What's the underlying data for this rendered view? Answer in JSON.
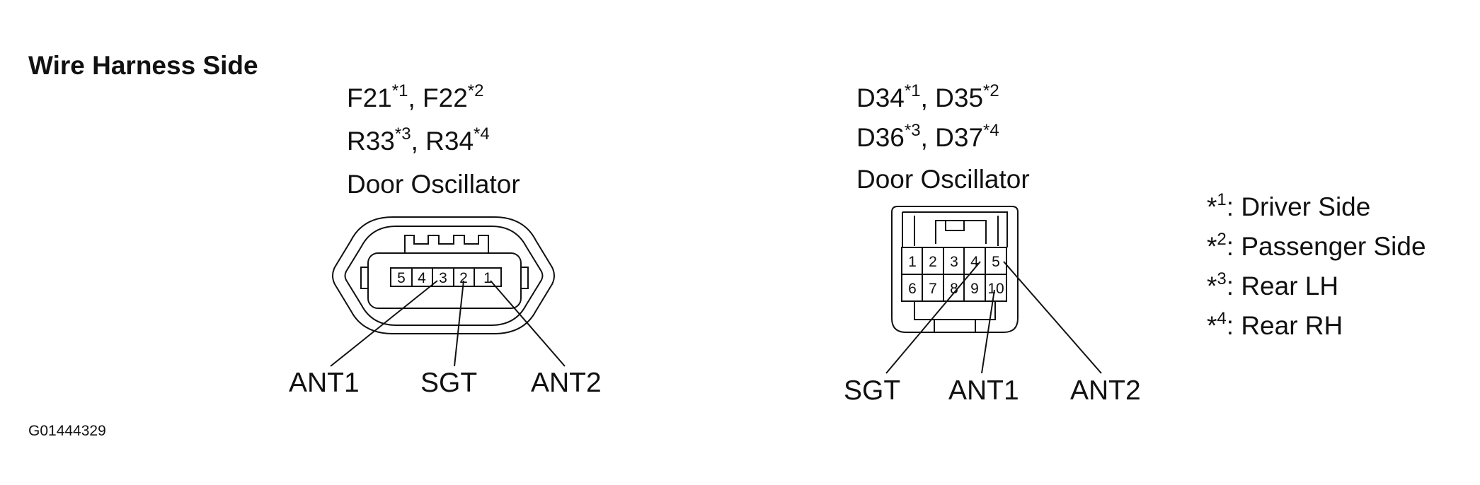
{
  "heading": "Wire Harness Side",
  "figure_id": "G01444329",
  "left_connector": {
    "codes_line1": [
      {
        "code": "F21",
        "note": "*1",
        "sep": ", "
      },
      {
        "code": "F22",
        "note": "*2",
        "sep": ""
      }
    ],
    "codes_line2": [
      {
        "code": "R33",
        "note": "*3",
        "sep": ", "
      },
      {
        "code": "R34",
        "note": "*4",
        "sep": ""
      }
    ],
    "name": "Door Oscillator",
    "pins": [
      "5",
      "4",
      "3",
      "2",
      "1"
    ],
    "terminals": [
      "ANT1",
      "SGT",
      "ANT2"
    ]
  },
  "right_connector": {
    "codes_line1": [
      {
        "code": "D34",
        "note": "*1",
        "sep": ", "
      },
      {
        "code": "D35",
        "note": "*2",
        "sep": ""
      }
    ],
    "codes_line2": [
      {
        "code": "D36",
        "note": "*3",
        "sep": ", "
      },
      {
        "code": "D37",
        "note": "*4",
        "sep": ""
      }
    ],
    "name": "Door Oscillator",
    "pins_top": [
      "1",
      "2",
      "3",
      "4",
      "5"
    ],
    "pins_bottom": [
      "6",
      "7",
      "8",
      "9",
      "10"
    ],
    "terminals": [
      "SGT",
      "ANT1",
      "ANT2"
    ]
  },
  "legend": [
    {
      "mark": "*",
      "num": "1",
      "text": ": Driver Side"
    },
    {
      "mark": "*",
      "num": "2",
      "text": ": Passenger Side"
    },
    {
      "mark": "*",
      "num": "3",
      "text": ": Rear LH"
    },
    {
      "mark": "*",
      "num": "4",
      "text": ": Rear RH"
    }
  ]
}
